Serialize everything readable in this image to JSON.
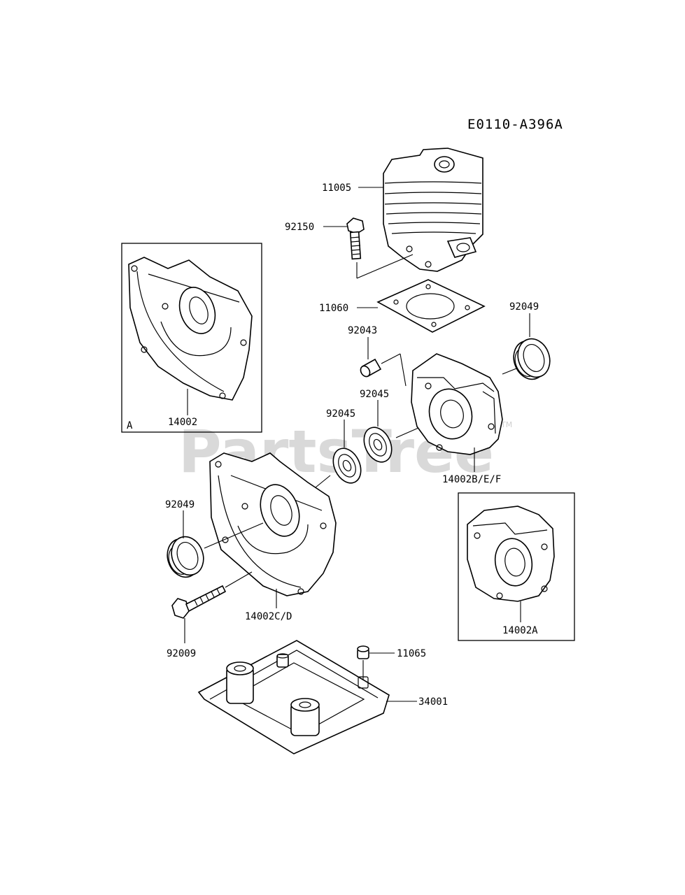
{
  "diagram_code": "E0110-A396A",
  "watermark": {
    "text": "PartsTree",
    "trademark": "TM"
  },
  "inset_boxes": [
    {
      "corner_letter": "A",
      "part_label": "14002"
    },
    {
      "part_label": "14002A"
    }
  ],
  "part_labels": {
    "cylinder": "11005",
    "bolt_top": "92150",
    "gasket": "11060",
    "seal_right": "92049",
    "pin": "92043",
    "bearing_right": "92045",
    "bearing_left": "92045",
    "crankcase_right": "14002B/E/F",
    "seal_left": "92049",
    "crankcase_left": "14002C/D",
    "bolt_bottom": "92009",
    "plug": "11065",
    "base_cover": "34001"
  }
}
